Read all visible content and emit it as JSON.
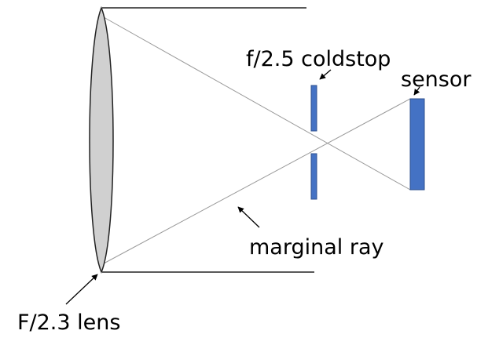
{
  "labels": {
    "coldstop": "f/2.5 coldstop",
    "sensor": "sensor",
    "marginal_ray": "marginal ray",
    "lens": "F/2.3 lens"
  },
  "colors": {
    "lens_fill": "#d0d0d0",
    "lens_stroke": "#222222",
    "housing": "#222222",
    "ray": "#9a9a9a",
    "element_fill": "#4472c4",
    "element_stroke": "#2f528f",
    "arrow": "#000000"
  }
}
